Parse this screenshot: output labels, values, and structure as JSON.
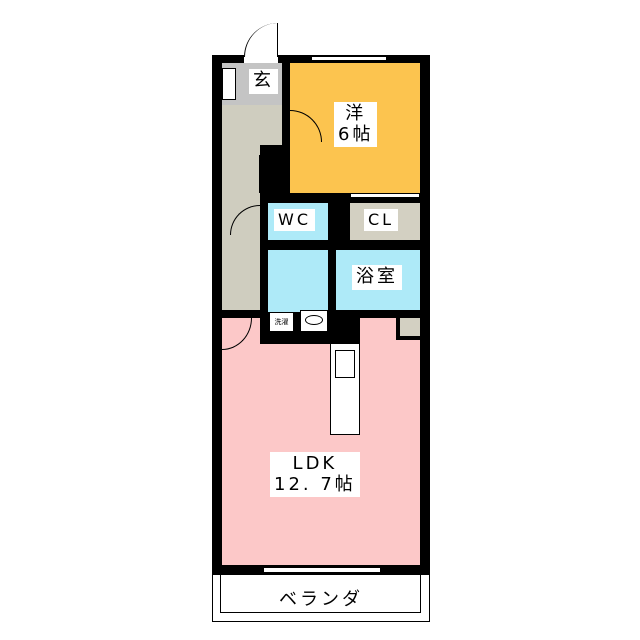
{
  "rooms": {
    "entrance": {
      "label": "玄"
    },
    "western": {
      "label": "洋",
      "size": "6帖"
    },
    "wc": {
      "label": "WC"
    },
    "closet": {
      "label": "CL"
    },
    "bath": {
      "label": "浴室"
    },
    "laundry": {
      "label": "洗濯"
    },
    "ldk": {
      "label": "LDK",
      "size": "12. 7帖"
    },
    "veranda": {
      "label": "ベランダ"
    }
  },
  "colors": {
    "western": "#fcc44f",
    "water": "#aeeaf8",
    "ldk": "#fcc8c8",
    "hall": "#cfcdbf",
    "entrance": "#c4c4c4",
    "closet": "#d3d0c2"
  }
}
